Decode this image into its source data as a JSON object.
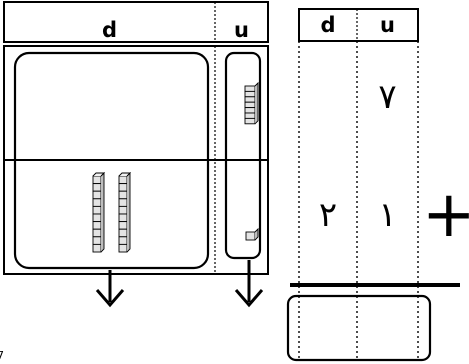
{
  "place_value_chart": {
    "headers": {
      "tens": "d",
      "units": "u"
    },
    "rows": [
      {
        "tens_rods": 0,
        "unit_cubes": 7
      },
      {
        "tens_rods": 2,
        "unit_cubes": 1
      }
    ]
  },
  "column_addition": {
    "headers": {
      "tens": "d",
      "units": "u"
    },
    "operator": "+",
    "addend_1": {
      "tens": "",
      "units": "٧"
    },
    "addend_2": {
      "tens": "٢",
      "units": "١"
    },
    "result": {
      "tens": "",
      "units": ""
    }
  },
  "page_number": "7",
  "colors": {
    "ink": "#000000",
    "block_fill": "#e4e4e4",
    "background": "#ffffff"
  }
}
